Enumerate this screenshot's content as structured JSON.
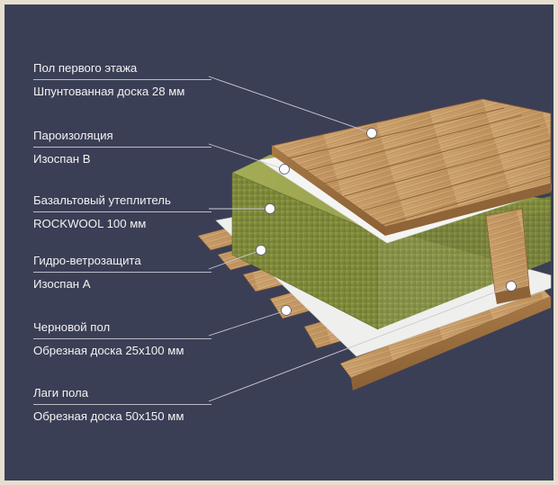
{
  "layers": [
    {
      "title": "Пол первого этажа",
      "material": "Шпунтованная доска 28 мм"
    },
    {
      "title": "Пароизоляция",
      "material": "Изоспан В"
    },
    {
      "title": "Базальтовый утеплитель",
      "material": "ROCKWOOL 100 мм"
    },
    {
      "title": "Гидро-ветрозащита",
      "material": "Изоспан А"
    },
    {
      "title": "Черновой пол",
      "material": "Обрезная доска 25х100 мм"
    },
    {
      "title": "Лаги пола",
      "material": "Обрезная доска 50х150 мм"
    }
  ],
  "colors": {
    "background": "#3b3f55",
    "frame": "#e6dfd0",
    "wood": "#c89c66",
    "insulation": "#8d9444",
    "membrane": "#f1f1ef",
    "text": "#f2f2f2"
  }
}
